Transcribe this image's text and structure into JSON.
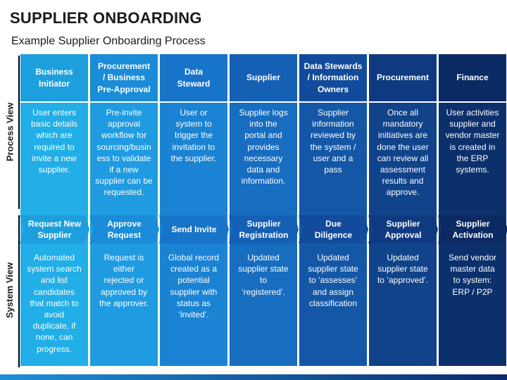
{
  "title": "SUPPLIER ONBOARDING",
  "subtitle": "Example Supplier Onboarding Process",
  "row_labels": {
    "process_view": "Process View",
    "system_view": "System View"
  },
  "colors": {
    "header": [
      "#1e9fdd",
      "#1a8cd8",
      "#1874c9",
      "#1560b4",
      "#124b9b",
      "#0f3a80",
      "#0b2a63"
    ],
    "body": [
      "#22aee6",
      "#1f9be1",
      "#1a83d3",
      "#176dc0",
      "#1457a6",
      "#10438a",
      "#0c306c"
    ]
  },
  "columns": [
    {
      "header": "Business\nInitiator",
      "process": "User enters\nbasic details\nwhich are\nrequired to\ninvite a new\nsupplier.",
      "stage": "Request New\nSupplier",
      "system": "Automated\nsystem search\nand list\ncandidates\nthat match to\navoid\nduplicate, if\nnone, can\nprogress."
    },
    {
      "header": "Procurement\n/ Business\nPre-Approval",
      "process": "Pre-invite\napproval\nworkflow for\nsourcing/busin\ness to validate\nif a new\nsupplier can be\nrequested.",
      "stage": "Approve\nRequest",
      "system": "Request is\neither\nrejected or\napproved by\nthe approver."
    },
    {
      "header": "Data\nSteward",
      "process": "User or\nsystem to\ntrigger the\ninvitation to\nthe supplier.",
      "stage": "Send Invite",
      "system": "Global record\ncreated as a\npotential\nsupplier with\nstatus as\n‘invited’."
    },
    {
      "header": "Supplier",
      "process": "Supplier logs\ninto the\nportal and\nprovides\nnecessary\ndata and\ninformation.",
      "stage": "Supplier\nRegistration",
      "system": "Updated\nsupplier state\nto\n‘registered’."
    },
    {
      "header": "Data Stewards\n/ Information\nOwners",
      "process": "Supplier\ninformation\nreviewed by\nthe system /\nuser and a\npass",
      "stage": "Due\nDiligence",
      "system": "Updated\nsupplier state\nto ‘assesses’\nand assign\nclassification"
    },
    {
      "header": "Procurement",
      "process": "Once all\nmandatory\ninitiatives are\ndone the user\ncan review all\nassessment\nresults and\napprove.",
      "stage": "Supplier\nApproval",
      "system": "Updated\nsupplier state\nto ‘approved’."
    },
    {
      "header": "Finance",
      "process": "User activities\nsupplier and\nvendor master\nis created in\nthe ERP\nsystems.",
      "stage": "Supplier\nActivation",
      "system": "Send vendor\nmaster data\nto system:\nERP / P2P"
    }
  ]
}
